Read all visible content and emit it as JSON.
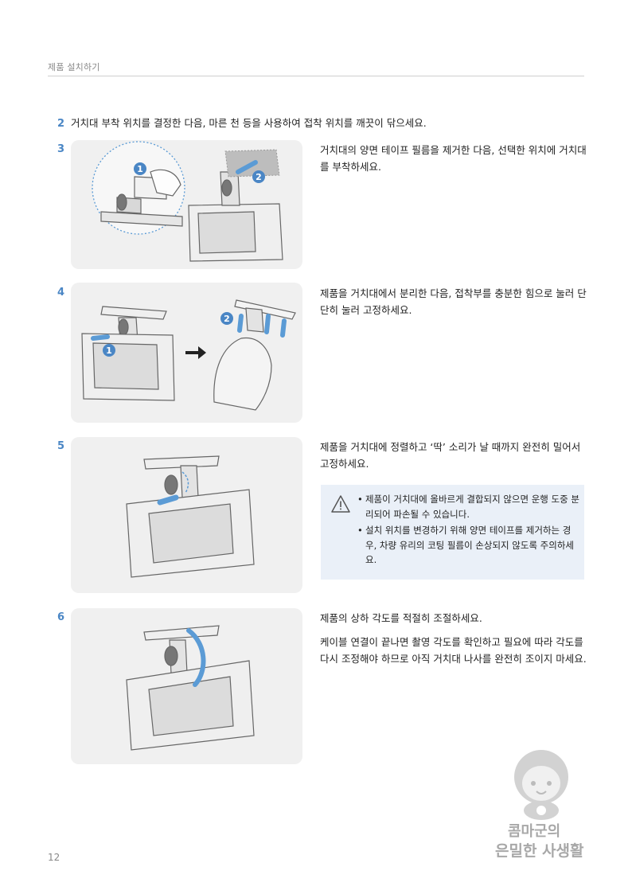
{
  "header": {
    "title": "제품 설치하기"
  },
  "step2": {
    "number": "2",
    "text": "거치대 부착 위치를 결정한 다음, 마른 천 등을 사용하여 접착 위치를 깨끗이 닦으세요."
  },
  "steps": [
    {
      "number": "3",
      "paragraphs": [
        "거치대의 양면 테이프 필름을 제거한 다음, 선택한 위치에 거치대를 부착하세요."
      ],
      "callouts": [
        "1",
        "2"
      ]
    },
    {
      "number": "4",
      "paragraphs": [
        "제품을 거치대에서 분리한 다음, 접착부를 충분한 힘으로 눌러 단단히 눌러 고정하세요."
      ],
      "callouts": [
        "1",
        "2"
      ]
    },
    {
      "number": "5",
      "paragraphs": [
        "제품을 거치대에 정렬하고 ‘딱’ 소리가 날 때까지 완전히 밀어서 고정하세요."
      ]
    },
    {
      "number": "6",
      "paragraphs": [
        "제품의 상하 각도를 적절히 조절하세요.",
        "케이블 연결이 끝나면 촬영 각도를 확인하고 필요에 따라 각도를 다시 조정해야 하므로 아직 거치대 나사를 완전히 조이지 마세요."
      ]
    }
  ],
  "caution": {
    "icon": "warning-triangle-icon",
    "items": [
      "제품이 거치대에 올바르게 결합되지 않으면 운행 도중 분리되어 파손될 수 있습니다.",
      "설치 위치를 변경하기 위해 양면 테이프를 제거하는 경우, 차량 유리의 코팅 필름이 손상되지 않도록 주의하세요."
    ]
  },
  "watermark": {
    "line1": "콤마군의",
    "line2": "은밀한 사생활"
  },
  "page_number": "12",
  "colors": {
    "accent": "#4a86c5",
    "figure_bg": "#f0f0f0",
    "caution_bg": "#eaf0f8"
  }
}
